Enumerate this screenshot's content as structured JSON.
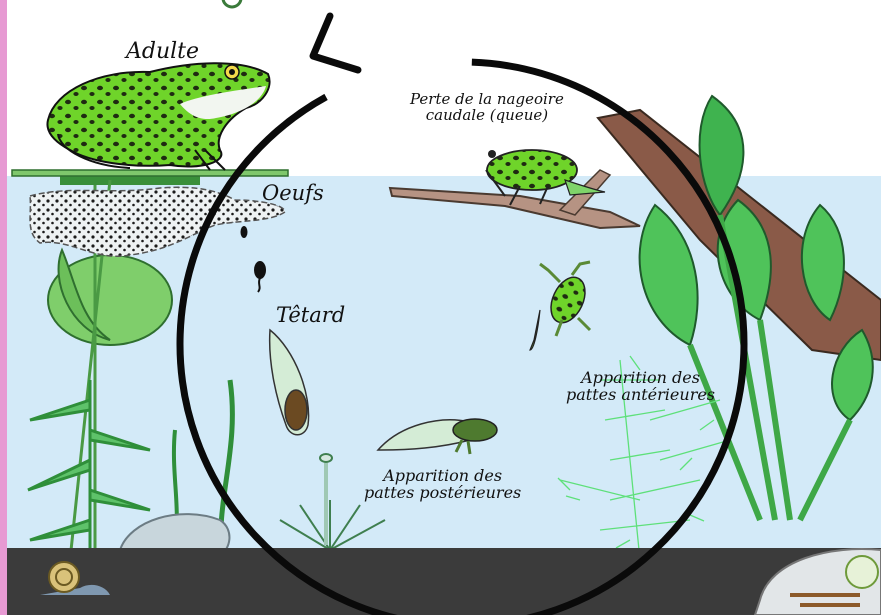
{
  "diagram": {
    "stages": {
      "adult": "Adulte",
      "eggs": "Oeufs",
      "tadpole": "Têtard",
      "hind_legs": [
        "Apparition des",
        "pattes postérieures"
      ],
      "front_legs": [
        "Apparition des",
        "pattes antérieures"
      ],
      "tail_loss": [
        "Perte de la nageoire",
        "caudale (queue)"
      ]
    },
    "colors": {
      "water": "#d3eaf8",
      "sky": "#ffffff",
      "mud": "#3b3b3b",
      "frog_green": "#6fd42a",
      "spots": "#1f2a12",
      "left_edge": "#e79ad3"
    }
  }
}
